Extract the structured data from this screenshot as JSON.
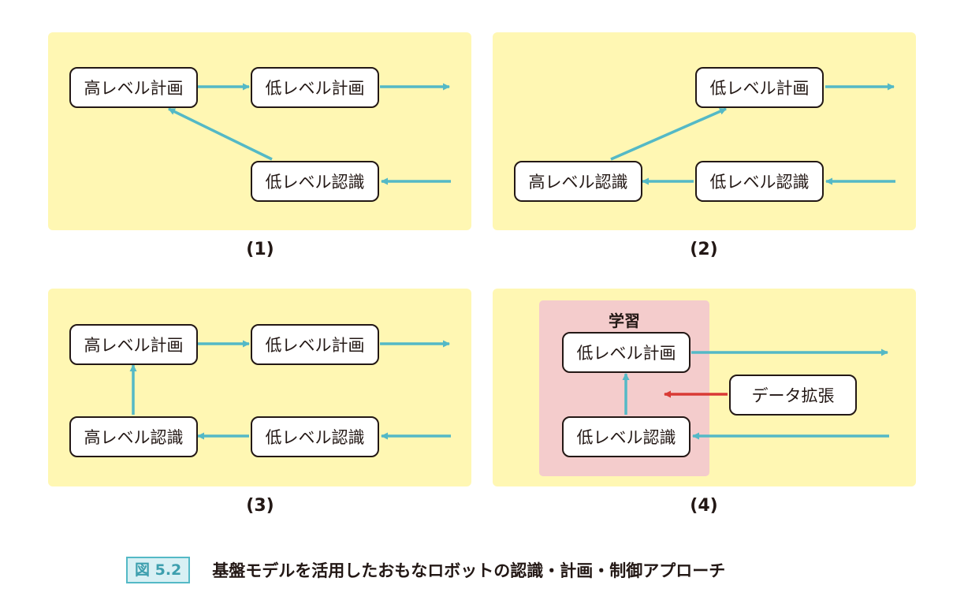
{
  "panels": [
    {
      "label": "(1)",
      "nodes": {
        "high_plan": "高レベル計画",
        "low_plan": "低レベル計画",
        "low_recog": "低レベル認識"
      }
    },
    {
      "label": "(2)",
      "nodes": {
        "low_plan": "低レベル計画",
        "high_recog": "高レベル認識",
        "low_recog": "低レベル認識"
      }
    },
    {
      "label": "(3)",
      "nodes": {
        "high_plan": "高レベル計画",
        "low_plan": "低レベル計画",
        "high_recog": "高レベル認識",
        "low_recog": "低レベル認識"
      }
    },
    {
      "label": "(4)",
      "learning_title": "学習",
      "nodes": {
        "low_plan": "低レベル計画",
        "low_recog": "低レベル認識",
        "data_aug": "データ拡張"
      }
    }
  ],
  "colors": {
    "panel_bg": "#fff7b3",
    "learning_bg": "#f4cccc",
    "arrow": "#54b9c6",
    "arrow_red": "#d93a35",
    "badge": "#54b9c6"
  },
  "caption": {
    "figure_number": "図 5.2",
    "text": "基盤モデルを活用したおもなロボットの認識・計画・制御アプローチ"
  }
}
